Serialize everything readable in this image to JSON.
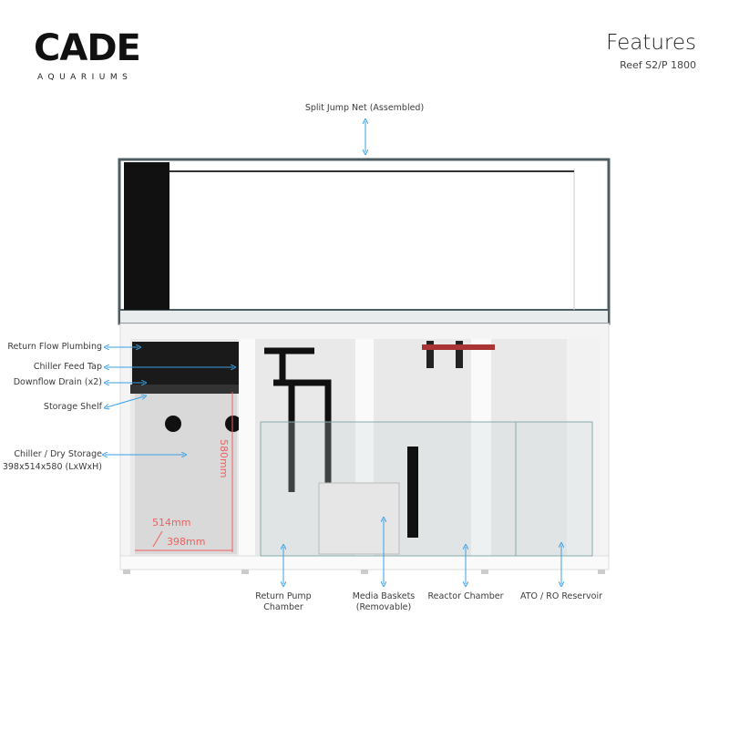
{
  "logo": {
    "word": "CADE",
    "sub": "AQUARIUMS"
  },
  "header": {
    "title": "Features",
    "subtitle": "Reef S2/P 1800"
  },
  "top_label": "Split Jump Net (Assembled)",
  "left_labels": [
    "Return Flow Plumbing",
    "Chiller Feed Tap",
    "Downflow Drain (x2)",
    "Storage Shelf",
    "Chiller / Dry Storage",
    "398x514x580 (LxWxH)"
  ],
  "bottom_labels": [
    {
      "line1": "Return Pump",
      "line2": "Chamber"
    },
    {
      "line1": "Media Baskets",
      "line2": "(Removable)"
    },
    {
      "line1": "Reactor Chamber",
      "line2": ""
    },
    {
      "line1": "ATO / RO Reservoir",
      "line2": ""
    }
  ],
  "dimensions": {
    "height": "580mm",
    "width": "514mm",
    "length": "398mm"
  },
  "colors": {
    "arrow": "#3aa0e6",
    "dimension": "#f06060",
    "frame": "#4d5e63"
  }
}
